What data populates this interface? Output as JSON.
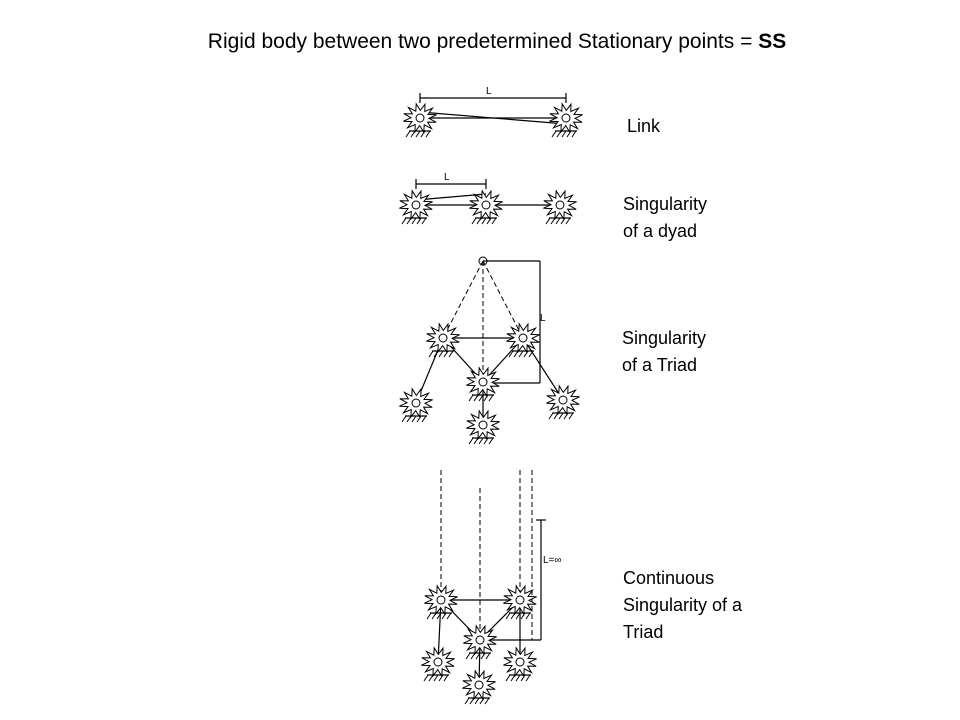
{
  "title": {
    "main": "Rigid body between two predetermined Stationary points = ",
    "bold": "SS"
  },
  "labels": {
    "link": "Link",
    "dyad_line1": "Singularity",
    "dyad_line2": "of a dyad",
    "triad_line1": "Singularity",
    "triad_line2": "of a Triad",
    "cont_line1": "Continuous",
    "cont_line2": "Singularity of a",
    "cont_line3": "Triad"
  },
  "dimensions": {
    "link": "L",
    "dyad": "L",
    "triad": "L",
    "continuous": "L=∞"
  }
}
